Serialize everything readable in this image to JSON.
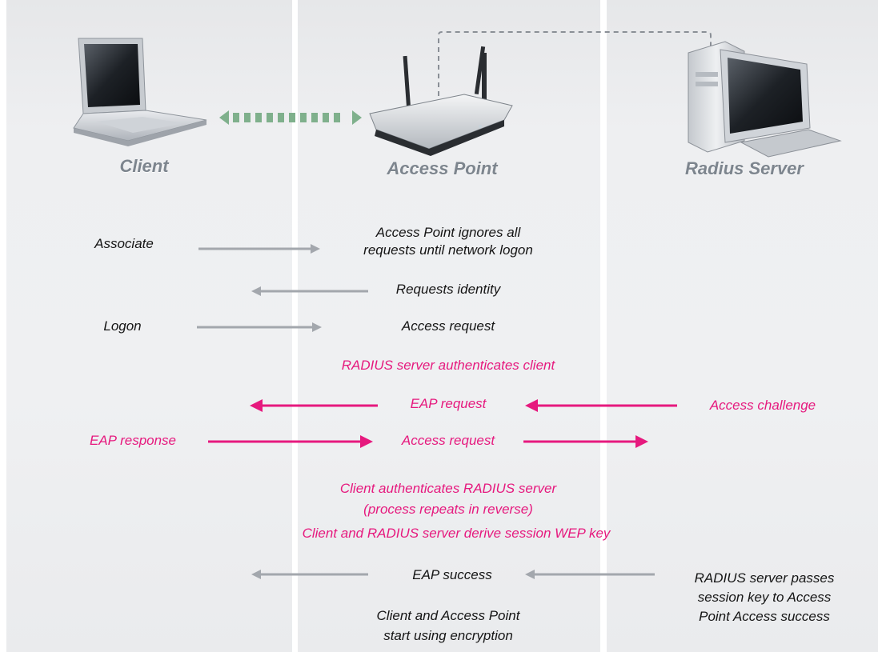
{
  "entities": {
    "client": "Client",
    "access_point": "Access Point",
    "radius_server": "Radius Server"
  },
  "messages": {
    "associate": "Associate",
    "ap_ignores_line1": "Access Point ignores all",
    "ap_ignores_line2": "requests until network logon",
    "requests_identity": "Requests identity",
    "logon": "Logon",
    "access_request_1": "Access request",
    "radius_authenticates_client": "RADIUS server authenticates client",
    "eap_request": "EAP request",
    "access_challenge": "Access challenge",
    "eap_response": "EAP response",
    "access_request_2": "Access request",
    "client_auth_line1": "Client authenticates RADIUS server",
    "client_auth_line2": "(process repeats in reverse)",
    "client_auth_line3": "Client and RADIUS server derive session WEP key",
    "eap_success": "EAP success",
    "radius_passes_line1": "RADIUS server passes",
    "radius_passes_line2": "session key to Access",
    "radius_passes_line3": "Point Access success",
    "encryption_line1": "Client and Access Point",
    "encryption_line2": "start using encryption"
  },
  "colors": {
    "pink": "#e6197e",
    "gray_arrow": "#a3a7ad",
    "green_link": "#7fb08c",
    "title_gray": "#7d858e"
  },
  "icons": {
    "client": "laptop-icon",
    "access_point": "wireless-router-icon",
    "radius_server": "server-computer-icon"
  }
}
